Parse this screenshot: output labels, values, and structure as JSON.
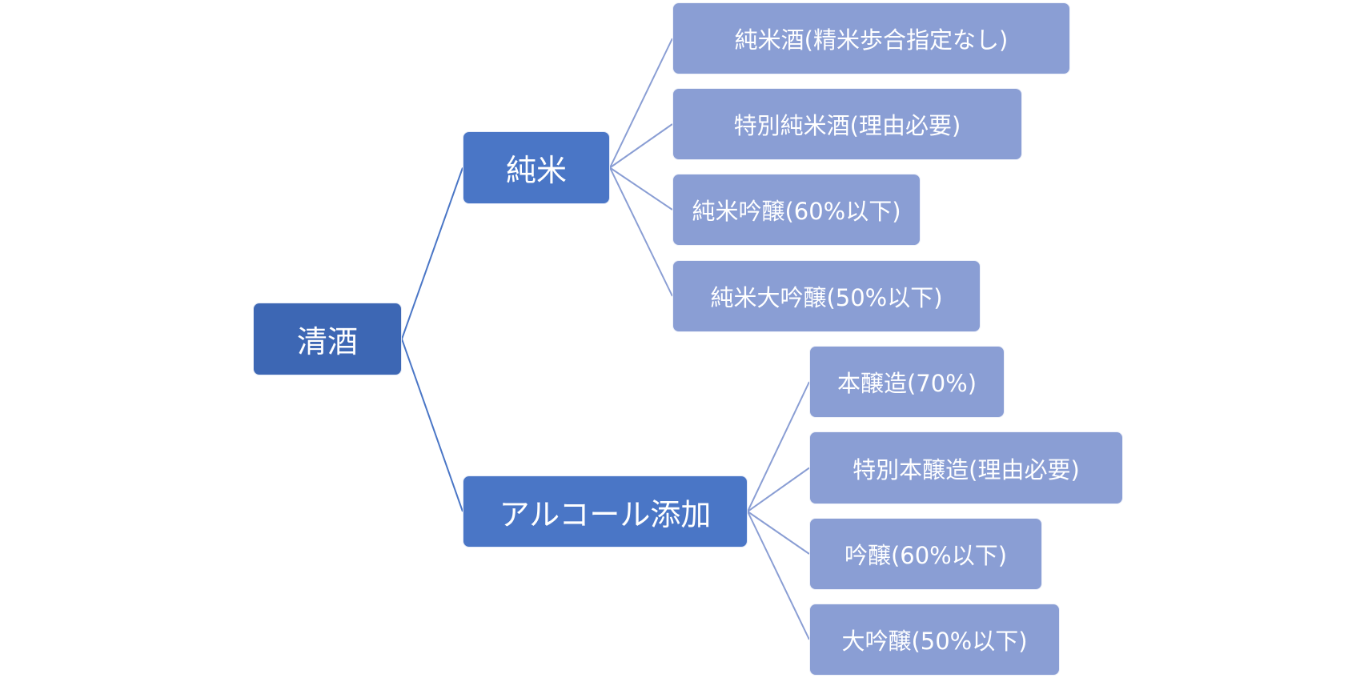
{
  "colors": {
    "root_fill": "#3d67b4",
    "mid_fill": "#4a76c6",
    "leaf_fill": "#8a9ed4",
    "connector_mid": "#4a76c6",
    "connector_leaf": "#8a9ed4",
    "text": "#ffffff"
  },
  "tree": {
    "root": {
      "label": "清酒"
    },
    "branches": [
      {
        "label": "純米",
        "children": [
          {
            "label": "純米酒(精米歩合指定なし)"
          },
          {
            "label": "特別純米酒(理由必要)"
          },
          {
            "label": "純米吟醸(60%以下)"
          },
          {
            "label": "純米大吟醸(50%以下)"
          }
        ]
      },
      {
        "label": "アルコール添加",
        "children": [
          {
            "label": "本醸造(70%)"
          },
          {
            "label": "特別本醸造(理由必要)"
          },
          {
            "label": "吟醸(60%以下)"
          },
          {
            "label": "大吟醸(50%以下)"
          }
        ]
      }
    ]
  }
}
